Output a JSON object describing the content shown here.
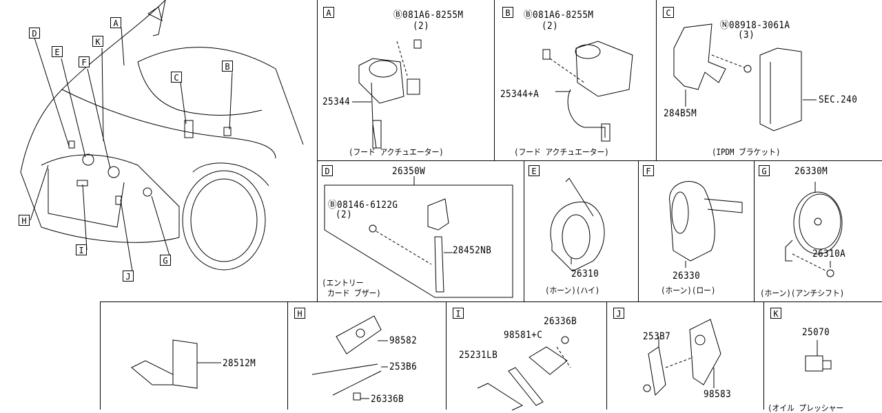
{
  "overview": {
    "callouts": [
      "A",
      "B",
      "C",
      "D",
      "E",
      "F",
      "G",
      "H",
      "I",
      "J",
      "K"
    ]
  },
  "panels": {
    "A": {
      "label": "A",
      "bolt": "Ⓑ081A6-8255M",
      "qty": "(2)",
      "part": "25344",
      "caption": "(フード アクチュエーター)"
    },
    "B": {
      "label": "B",
      "bolt": "Ⓑ081A6-8255M",
      "qty": "(2)",
      "part": "25344+A",
      "caption": "(フード アクチュエーター)"
    },
    "C": {
      "label": "C",
      "nut": "Ⓝ08918-3061A",
      "qty": "(3)",
      "part1": "284B5M",
      "part2": "SEC.240",
      "caption": "(IPDM ブラケット)"
    },
    "D": {
      "label": "D",
      "assembly": "26350W",
      "bolt": "Ⓑ08146-6122G",
      "qty": "(2)",
      "part": "28452NB",
      "caption1": "(エントリー",
      "caption2": "カード ブザー)"
    },
    "E": {
      "label": "E",
      "part": "26310",
      "caption": "(ホーン)(ハイ)"
    },
    "F": {
      "label": "F",
      "part": "26330",
      "caption": "(ホーン)(ロー)"
    },
    "G": {
      "label": "G",
      "part1": "26330M",
      "part2": "26310A",
      "caption": "(ホーン)(アンチシフト)"
    },
    "X": {
      "part": "28512M"
    },
    "H": {
      "label": "H",
      "part1": "98582",
      "part2": "253B6",
      "part3": "26336B"
    },
    "I": {
      "label": "I",
      "part1": "26336B",
      "part2": "98581+C",
      "part3": "25231LB"
    },
    "J": {
      "label": "J",
      "part1": "253B7",
      "part2": "98583"
    },
    "K": {
      "label": "K",
      "part": "25070",
      "caption": "(オイル プレッシャー"
    }
  }
}
